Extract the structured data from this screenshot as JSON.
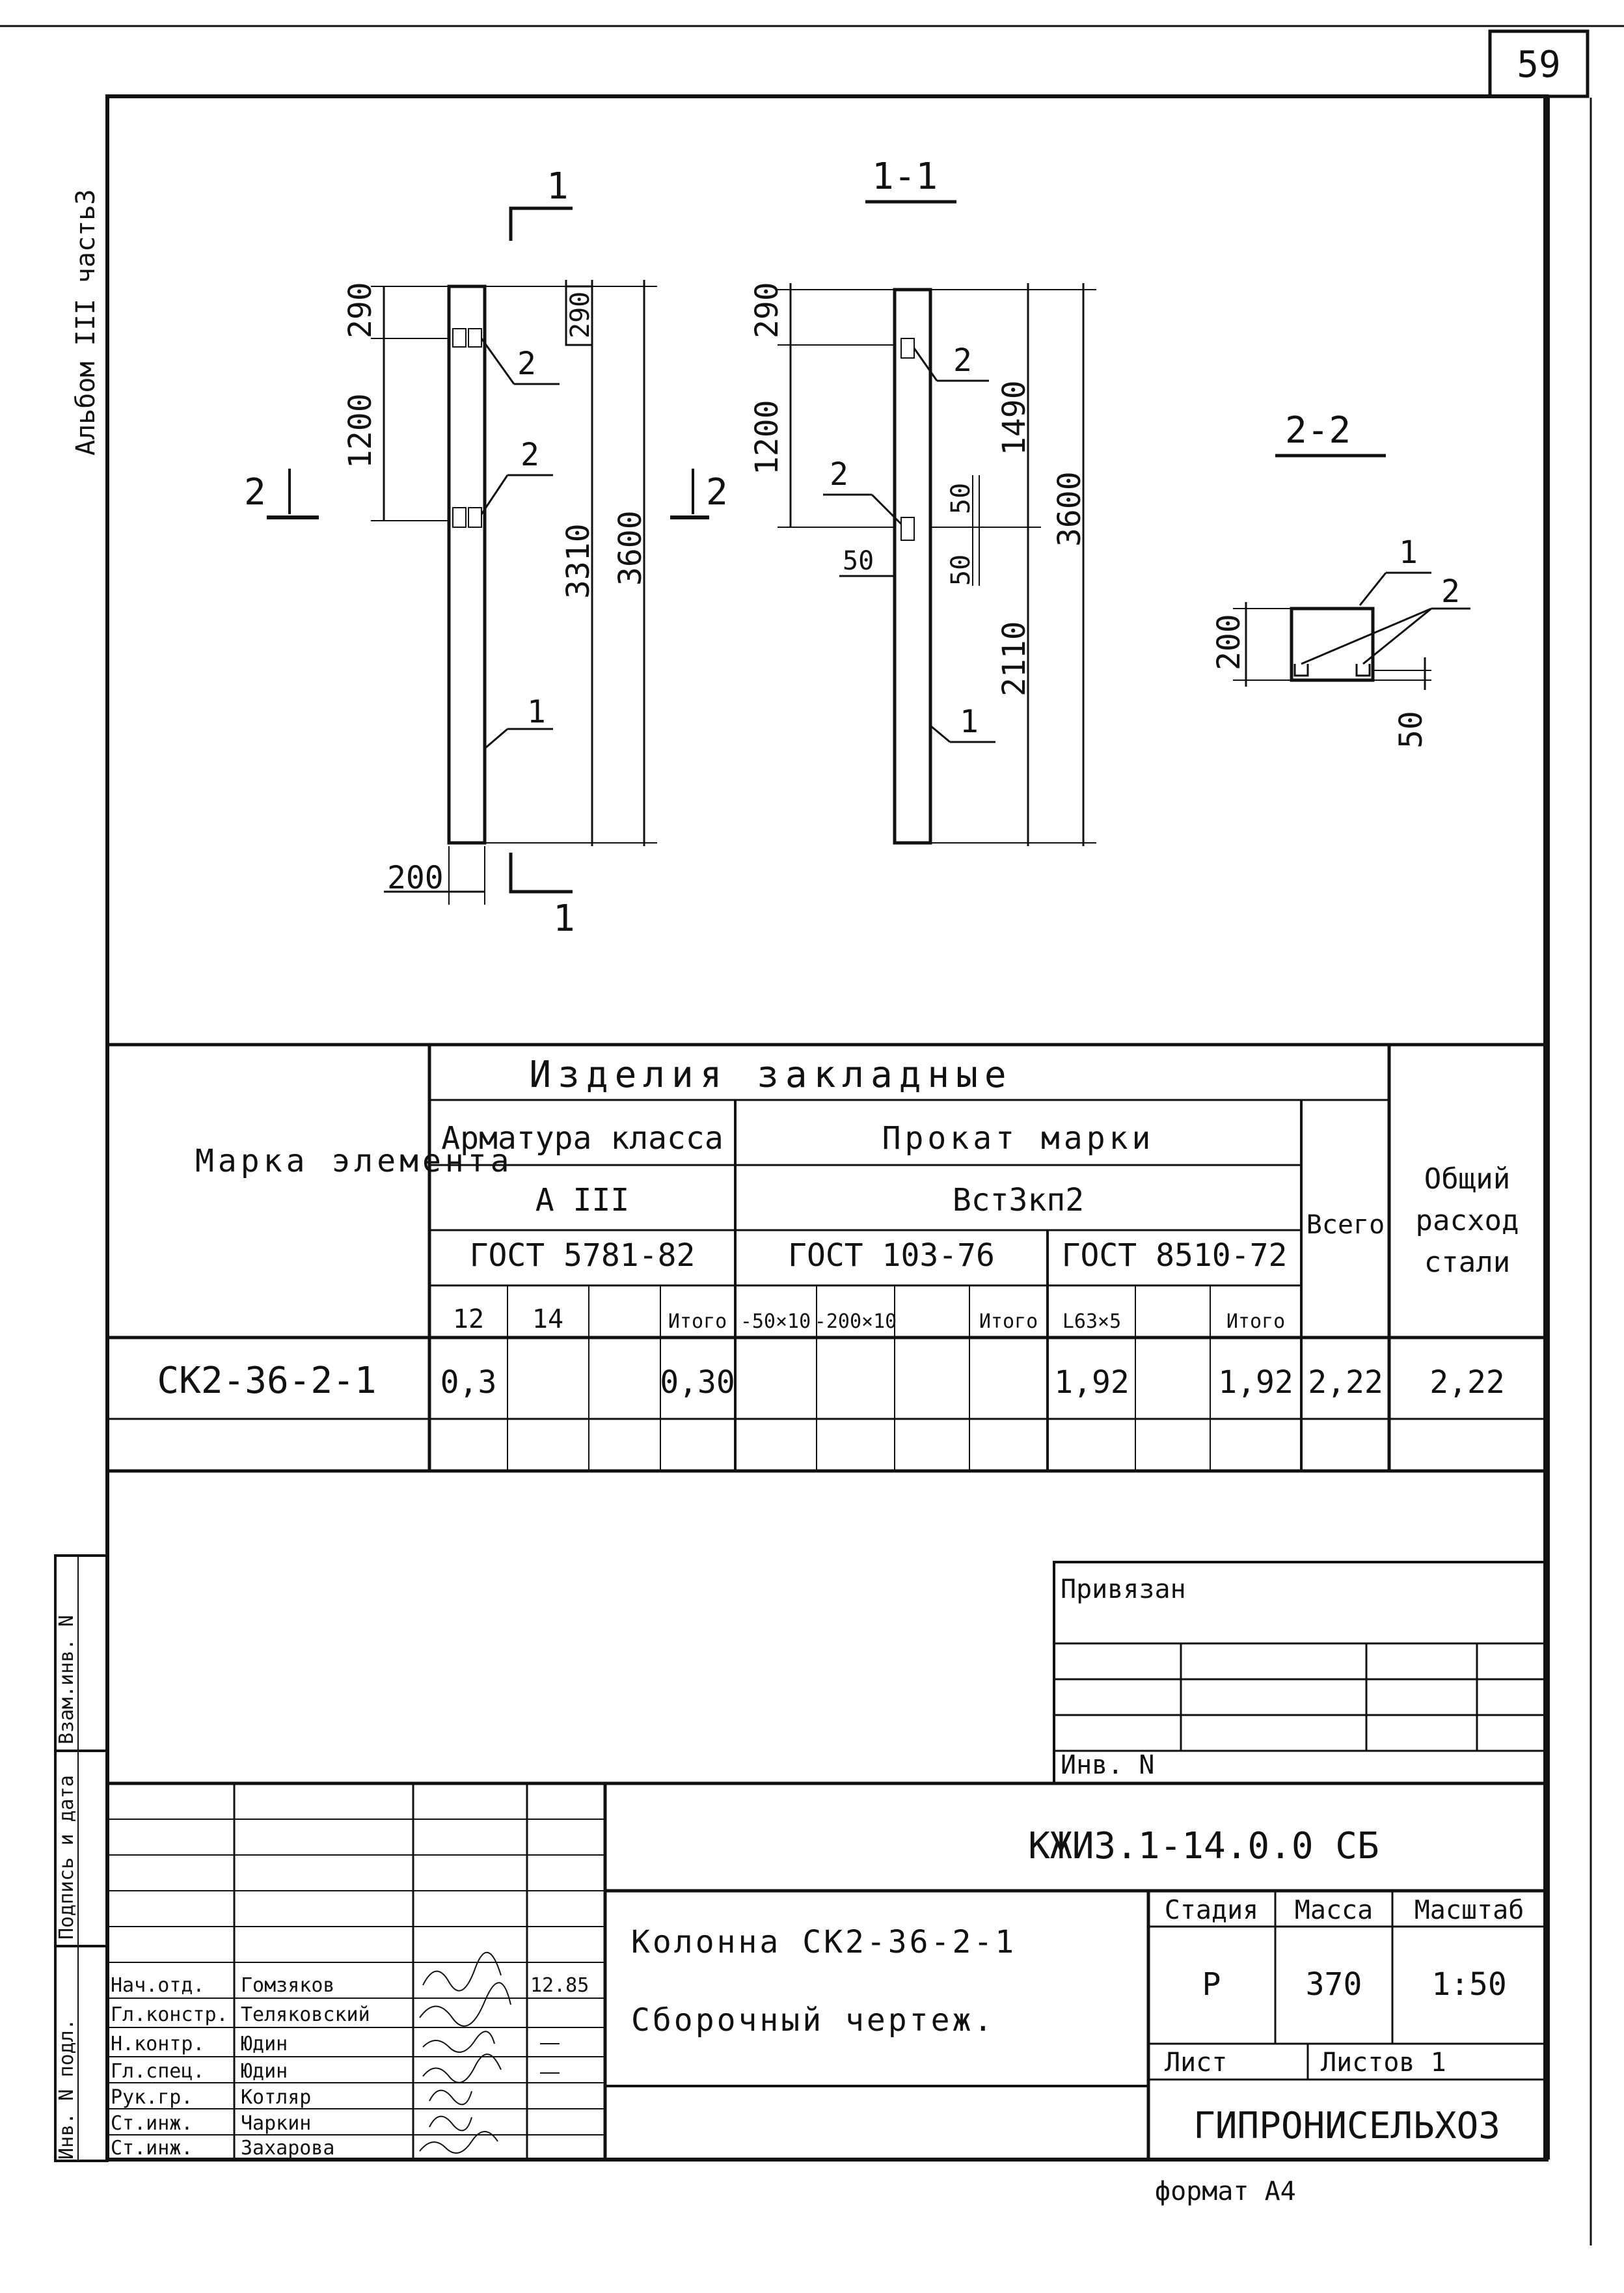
{
  "page_number": "59",
  "side_album": "Альбом III часть3",
  "stamps": [
    "Инв. N подл.",
    "Подпись и дата",
    "Взам.инв. N"
  ],
  "drawing": {
    "front_view": {
      "section_mark": "1",
      "dims_left": [
        "290",
        "1200"
      ],
      "dims_right": [
        "290",
        "3310",
        "3600"
      ],
      "width_dim": "200",
      "labels": [
        "2",
        "2",
        "1"
      ],
      "cut_mark": "2"
    },
    "section_1_1": {
      "title": "1-1",
      "dims_left": [
        "290",
        "1200"
      ],
      "dims_mid": [
        "50",
        "50",
        "50"
      ],
      "dims_right": [
        "1490",
        "2110",
        "3600"
      ],
      "labels": [
        "2",
        "2",
        "1"
      ]
    },
    "section_2_2": {
      "title": "2-2",
      "height_dim": "200",
      "offset_dim": "50",
      "labels": [
        "1",
        "2"
      ]
    }
  },
  "spec_table": {
    "header_embedded": "Изделия закладные",
    "header_mark": "Марка элемента",
    "header_rebar": "Арматура класса",
    "rebar_class": "А III",
    "rebar_gost": "ГОСТ 5781-82",
    "header_rolled": "Прокат марки",
    "rolled_grade": "Вст3кп2",
    "gost_103": "ГОСТ 103-76",
    "gost_8510": "ГОСТ 8510-72",
    "header_total": "Всего",
    "header_overall": "Общий расход стали",
    "subcols": [
      "12",
      "14",
      "",
      "Итого",
      "-50×10",
      "-200×10",
      "",
      "Итого",
      "L63×5",
      "",
      "Итого"
    ],
    "rows": [
      {
        "mark": "СК2-36-2-1",
        "cells": [
          "0,3",
          "",
          "",
          "0,30",
          "",
          "",
          "",
          "",
          "1,92",
          "",
          "1,92"
        ],
        "total": "2,22",
        "overall": "2,22"
      }
    ]
  },
  "binding_block": {
    "title": "Привязан",
    "inv": "Инв. N"
  },
  "title_block": {
    "code": "КЖИ3.1-14.0.0 СБ",
    "name_line1": "Колонна СК2-36-2-1",
    "name_line2": "Сборочный чертеж.",
    "stage_label": "Стадия",
    "mass_label": "Масса",
    "scale_label": "Масштаб",
    "stage": "Р",
    "mass": "370",
    "scale": "1:50",
    "sheet_label": "Лист",
    "sheets_label": "Листов 1",
    "org": "ГИПРОНИСЕЛЬХОЗ",
    "date": "12.85",
    "people": [
      {
        "role": "Нач.отд.",
        "name": "Гомзяков"
      },
      {
        "role": "Гл.констр.",
        "name": "Теляковский"
      },
      {
        "role": "Н.контр.",
        "name": "Юдин"
      },
      {
        "role": "Гл.спец.",
        "name": "Юдин"
      },
      {
        "role": "Рук.гр.",
        "name": "Котляр"
      },
      {
        "role": "Ст.инж.",
        "name": "Чаркин"
      },
      {
        "role": "Ст.инж.",
        "name": "Захарова"
      }
    ]
  },
  "format": "формат А4"
}
